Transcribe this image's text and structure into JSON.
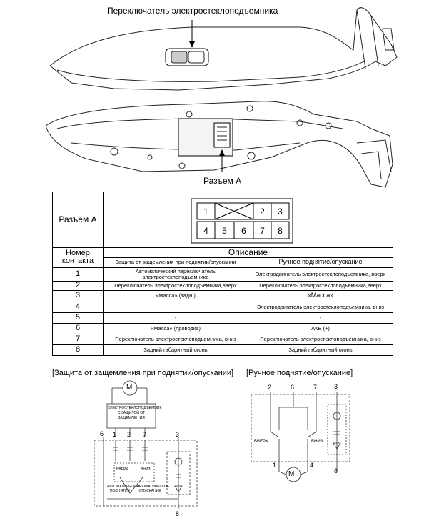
{
  "top": {
    "switch_caption": "Переключатель электростеклоподъемника",
    "connector_caption": "Разъем A"
  },
  "table": {
    "connector_label": "Разъем A",
    "connector_pins_top": [
      "1",
      "2",
      "3"
    ],
    "connector_pins_bottom": [
      "4",
      "5",
      "6",
      "7",
      "8"
    ],
    "pin_header": "Номер контакта",
    "desc_header": "Описание",
    "col_a_header": "Защита от защемления при поднятии/опускании",
    "col_b_header": "Ручное поднятие/опускание",
    "rows": [
      {
        "pin": "1",
        "a": "Автоматический переключатель электростеклоподъемника",
        "b": "Электродвигатель электростеклоподъемника, вверх"
      },
      {
        "pin": "2",
        "a": "Переключатель электростеклоподъемника,вверх",
        "b": "Переключатель электростеклоподъемника,вверх"
      },
      {
        "pin": "3",
        "a": "«Масса» (задн.)",
        "b": "«Масса»"
      },
      {
        "pin": "4",
        "a": "-",
        "b": "Электродвигатель электростеклоподъемника, вниз"
      },
      {
        "pin": "5",
        "a": "-",
        "b": "-"
      },
      {
        "pin": "6",
        "a": "«Масса» (проводка)",
        "b": "АКБ (+)"
      },
      {
        "pin": "7",
        "a": "Переключатель электростеклоподъемника, вниз",
        "b": "Переключатель электростеклоподъемника, вниз"
      },
      {
        "pin": "8",
        "a": "Задний габаритный огонь",
        "b": "Задний габаритный огонь"
      }
    ]
  },
  "left_schematic": {
    "title": "[Защита от защемления при поднятии/опускании]",
    "motor": "M",
    "module_text": "ЭЛЕКТРОСТЕКЛОПОДЪЕМНИК С ЗАЩИТОЙ ОТ ЗАЩЕМЛЕН ИЯ",
    "pins": [
      "6",
      "2",
      "7",
      "1",
      "3",
      "8"
    ],
    "switch_up": "ВВЕРХ",
    "switch_down": "ВНИЗ",
    "auto_up": "АВТОМАТИЧЕСКОЕ ПОДНЯТИЕ",
    "auto_down": "АВТОМАТИЧЕСКОЕ ОПУСКАНИЕ"
  },
  "right_schematic": {
    "title": "[Ручное поднятие/опускание]",
    "motor": "M",
    "pins": [
      "2",
      "6",
      "7",
      "3",
      "1",
      "4",
      "8"
    ],
    "switch_up": "ВВЕРХ",
    "switch_down": "ВНИЗ"
  }
}
